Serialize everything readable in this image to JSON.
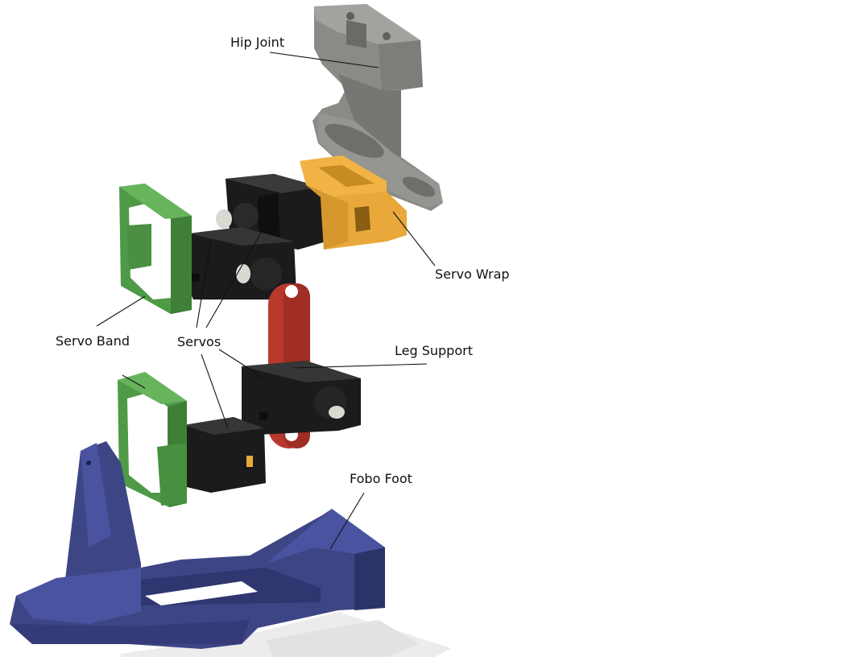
{
  "labels": {
    "hip_joint": "Hip Joint",
    "servo_wrap": "Servo Wrap",
    "servo_band": "Servo Band",
    "servos": "Servos",
    "leg_support": "Leg Support",
    "fobo_foot": "Fobo Foot"
  },
  "colors": {
    "hip_joint": "#8a8a86",
    "servo_wrap": "#e8a93a",
    "servo_band": "#4f9a47",
    "servo_body": "#1b1b1b",
    "leg_support": "#b8382c",
    "fobo_foot": "#3d4585",
    "shadow": "#e9e9e9",
    "leader_line": "#111111"
  }
}
